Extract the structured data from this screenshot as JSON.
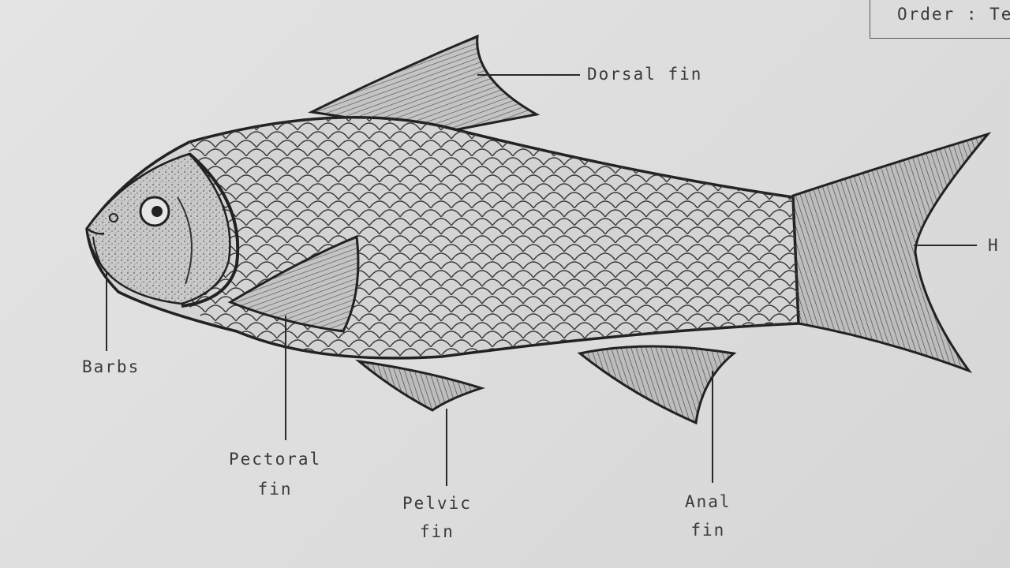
{
  "header": {
    "order_text": "Order : Te"
  },
  "labels": {
    "dorsal": "Dorsal fin",
    "tail": "H",
    "barbs": "Barbs",
    "pectoral": [
      "Pectoral",
      "fin"
    ],
    "pelvic": [
      "Pelvic",
      "fin"
    ],
    "anal": [
      "Anal",
      "fin"
    ]
  }
}
